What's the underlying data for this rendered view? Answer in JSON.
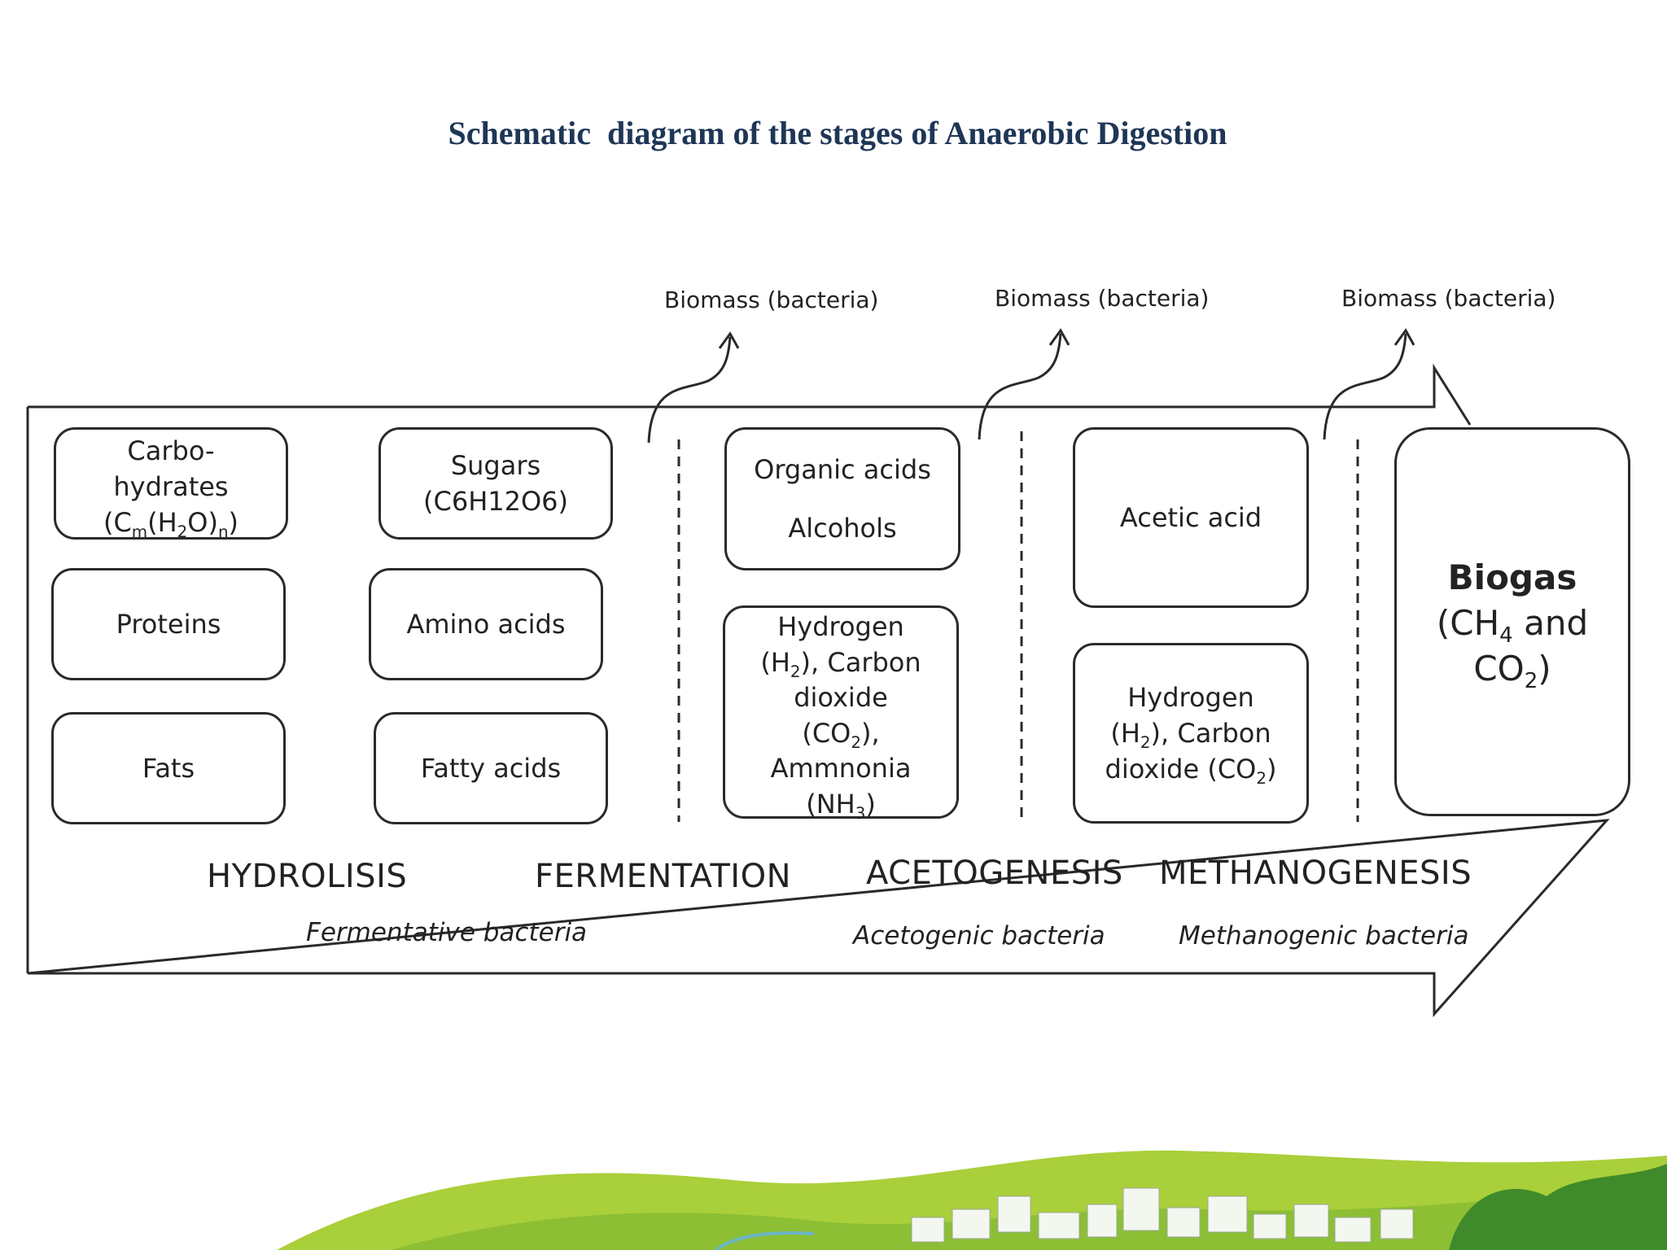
{
  "title": "Schematic  diagram of the stages of Anaerobic Digestion",
  "biomass_labels": [
    "Biomass (bacteria)",
    "Biomass (bacteria)",
    "Biomass (bacteria)"
  ],
  "hydrolysis_inputs": {
    "carbohydrates": {
      "line1": "Carbo-",
      "line2": "hydrates",
      "formula_a": "(C",
      "formula_m": "m",
      "formula_b": "(H",
      "formula_2": "2",
      "formula_c": "O)",
      "formula_n": "n",
      "formula_d": ")"
    },
    "proteins": "Proteins",
    "fats": "Fats"
  },
  "hydrolysis_products": {
    "sugars_line1": "Sugars",
    "sugars_line2": "(C6H12O6)",
    "amino_acids": "Amino acids",
    "fatty_acids": "Fatty acids"
  },
  "fermentation_products": {
    "organic_acids": "Organic acids",
    "alcohols": "Alcohols",
    "hydrogen": {
      "l1": "Hydrogen",
      "l2a": "(H",
      "l2sub": "2",
      "l2b": "), Carbon",
      "l3": "dioxide",
      "l4a": "(CO",
      "l4sub": "2",
      "l4b": "),",
      "l5": "Ammnonia",
      "l6a": "(NH",
      "l6sub": "3",
      "l6b": ")"
    }
  },
  "acetogenesis_products": {
    "acetic_acid": "Acetic acid",
    "hydrogen": {
      "l1": "Hydrogen",
      "l2a": "(H",
      "l2sub": "2",
      "l2b": "), Carbon",
      "l3a": "dioxide (CO",
      "l3sub": "2",
      "l3b": ")"
    }
  },
  "biogas": {
    "title": "Biogas",
    "l2a": "(CH",
    "l2sub": "4",
    "l2b": " and",
    "l3a": "CO",
    "l3sub": "2",
    "l3b": ")"
  },
  "stages": [
    "HYDROLISIS",
    "FERMENTATION",
    "ACETOGENESIS",
    "METHANOGENESIS"
  ],
  "bacteria": [
    "Fermentative bacteria",
    "Acetogenic bacteria",
    "Methanogenic bacteria"
  ],
  "colors": {
    "title": "#1f3656",
    "stroke": "#2a2a2a",
    "hills_light": "#a9cf3a",
    "hills_dark": "#6fa52b"
  }
}
